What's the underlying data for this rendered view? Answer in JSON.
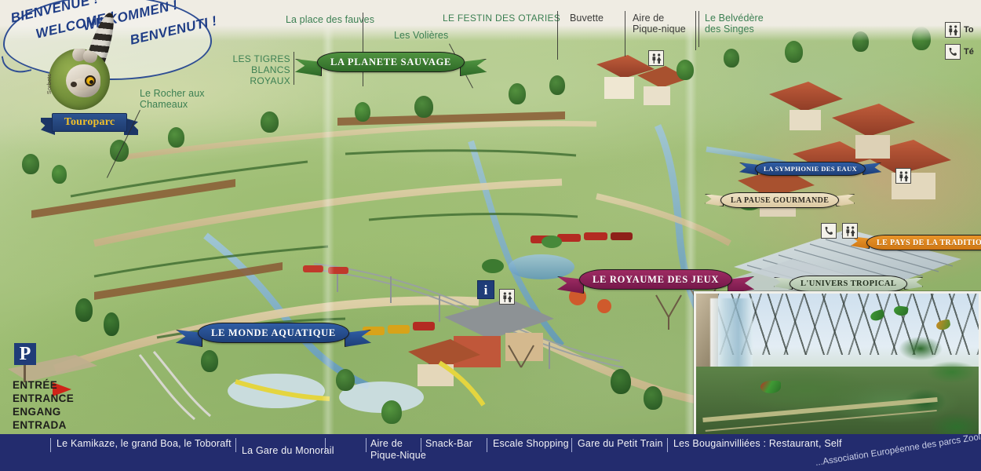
{
  "map": {
    "title": "Touroparc",
    "logo_text": "Touroparc",
    "logo_signature": "Sorbets"
  },
  "welcome": {
    "greetings": [
      "BIENVENUE !",
      "WELCOME !",
      "WILKOMMEN !",
      "BENVENUTI !"
    ]
  },
  "top_labels": [
    {
      "text": "Le Rocher aux\nChameaux",
      "style": "green"
    },
    {
      "text": "LES TIGRES BLANCS\nROYAUX",
      "style": "green"
    },
    {
      "text": "La place des fauves",
      "style": "green"
    },
    {
      "text": "Les Volières",
      "style": "green"
    },
    {
      "text": "LE FESTIN DES OTARIES",
      "style": "green"
    },
    {
      "text": "Buvette",
      "style": "dark"
    },
    {
      "text": "Aire de\nPique-nique",
      "style": "dark"
    },
    {
      "text": "Le Belvédère\ndes Singes",
      "style": "green"
    }
  ],
  "banners": [
    {
      "text": "LA PLANETE SAUVAGE",
      "color": "green"
    },
    {
      "text": "LA SYMPHONIE DES EAUX",
      "color": "blue"
    },
    {
      "text": "LA PAUSE GOURMANDE",
      "color": "cream"
    },
    {
      "text": "LE PAYS DE LA TRADITION",
      "color": "orange"
    },
    {
      "text": "L'UNIVERS TROPICAL",
      "color": "sage"
    },
    {
      "text": "LE ROYAUME DES JEUX",
      "color": "magenta"
    },
    {
      "text": "LE MONDE AQUATIQUE",
      "color": "blue"
    }
  ],
  "legend": {
    "rows": [
      {
        "icon": "toilets-icon",
        "label": "To"
      },
      {
        "icon": "telephone-icon",
        "label": "Té"
      }
    ]
  },
  "entrance": {
    "parking_letter": "P",
    "lines": [
      "ENTRÉE",
      "ENTRANCE",
      "ENGANG",
      "ENTRADA"
    ]
  },
  "info_marker": "i",
  "bottom_labels": [
    {
      "text": "Le Kamikaze, le grand Boa, le Toboraft"
    },
    {
      "text": "La Gare du  Monorail"
    },
    {
      "text": "Aire de\nPique-Nique"
    },
    {
      "text": "Snack-Bar"
    },
    {
      "text": "Escale Shopping"
    },
    {
      "text": "Gare du Petit Train"
    },
    {
      "text": "Les Bougainvilliées : Restaurant, Self"
    }
  ],
  "association_note": "...Association Européenne des parcs Zool",
  "colors": {
    "bottom_bar": "#232c6e",
    "label_green": "#3b7f52",
    "label_dark": "#3a3a38",
    "banner_green": "#4f9340",
    "banner_blue": "#2f5da4",
    "banner_magenta": "#9e2b63",
    "banner_orange": "#e8942a",
    "banner_cream": "#efe3c6",
    "banner_sage": "#cfdcc9",
    "logo_gold": "#f0bf2a",
    "logo_blue": "#2d5490",
    "arrow_red": "#cf2418",
    "info_blue": "#1f3c78"
  }
}
